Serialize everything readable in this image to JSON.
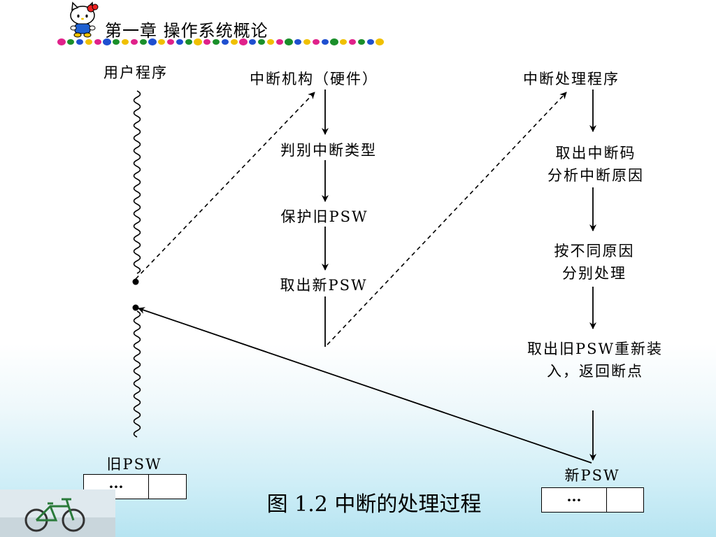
{
  "header": {
    "title": "第一章  操作系统概论"
  },
  "columns": {
    "user_program": "用户程序",
    "interrupt_mechanism": "中断机构（硬件）",
    "interrupt_handler": "中断处理程序"
  },
  "mechanism_steps": [
    "判别中断类型",
    "保护旧PSW",
    "取出新PSW"
  ],
  "handler_steps": [
    [
      "取出中断码",
      "分析中断原因"
    ],
    [
      "按不同原因",
      "分别处理"
    ],
    [
      "取出旧PSW重新装",
      "入，返回断点"
    ]
  ],
  "old_psw": {
    "label": "旧PSW",
    "content": "···"
  },
  "new_psw": {
    "label": "新PSW",
    "content": "···"
  },
  "caption": "图 1.2 中断的处理过程"
}
